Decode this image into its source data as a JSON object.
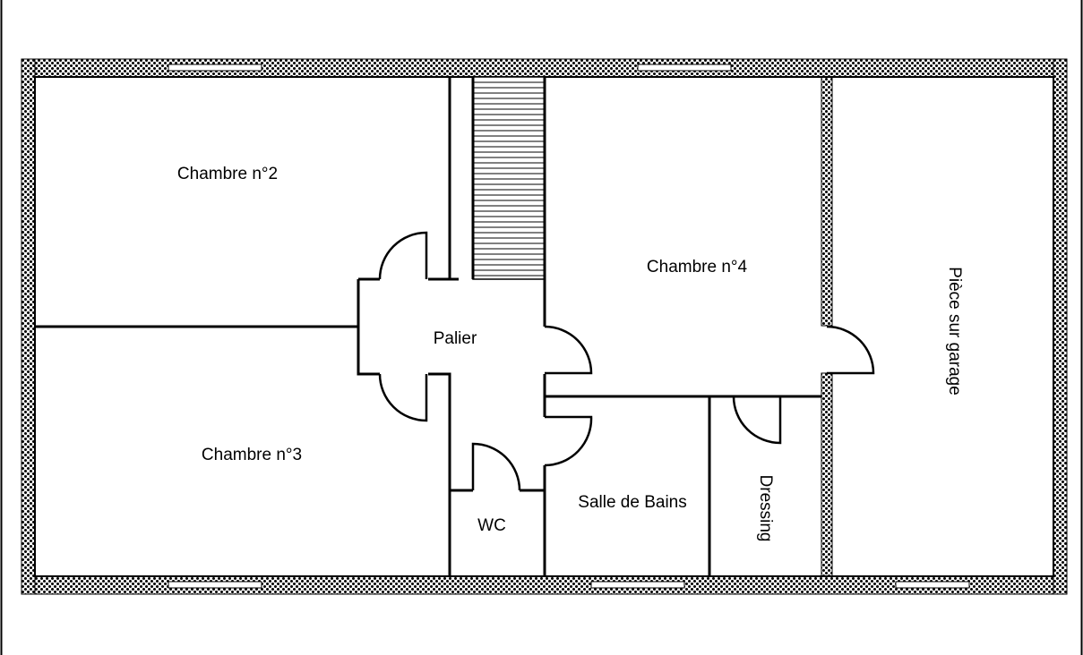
{
  "rooms": {
    "chambre2": "Chambre n°2",
    "chambre3": "Chambre n°3",
    "chambre4": "Chambre n°4",
    "palier": "Palier",
    "wc": "WC",
    "salle_de_bains": "Salle de Bains",
    "dressing": "Dressing",
    "piece_garage": "Pièce sur garage"
  },
  "colors": {
    "background": "#ffffff",
    "line": "#000000",
    "window": "#ffffff"
  }
}
